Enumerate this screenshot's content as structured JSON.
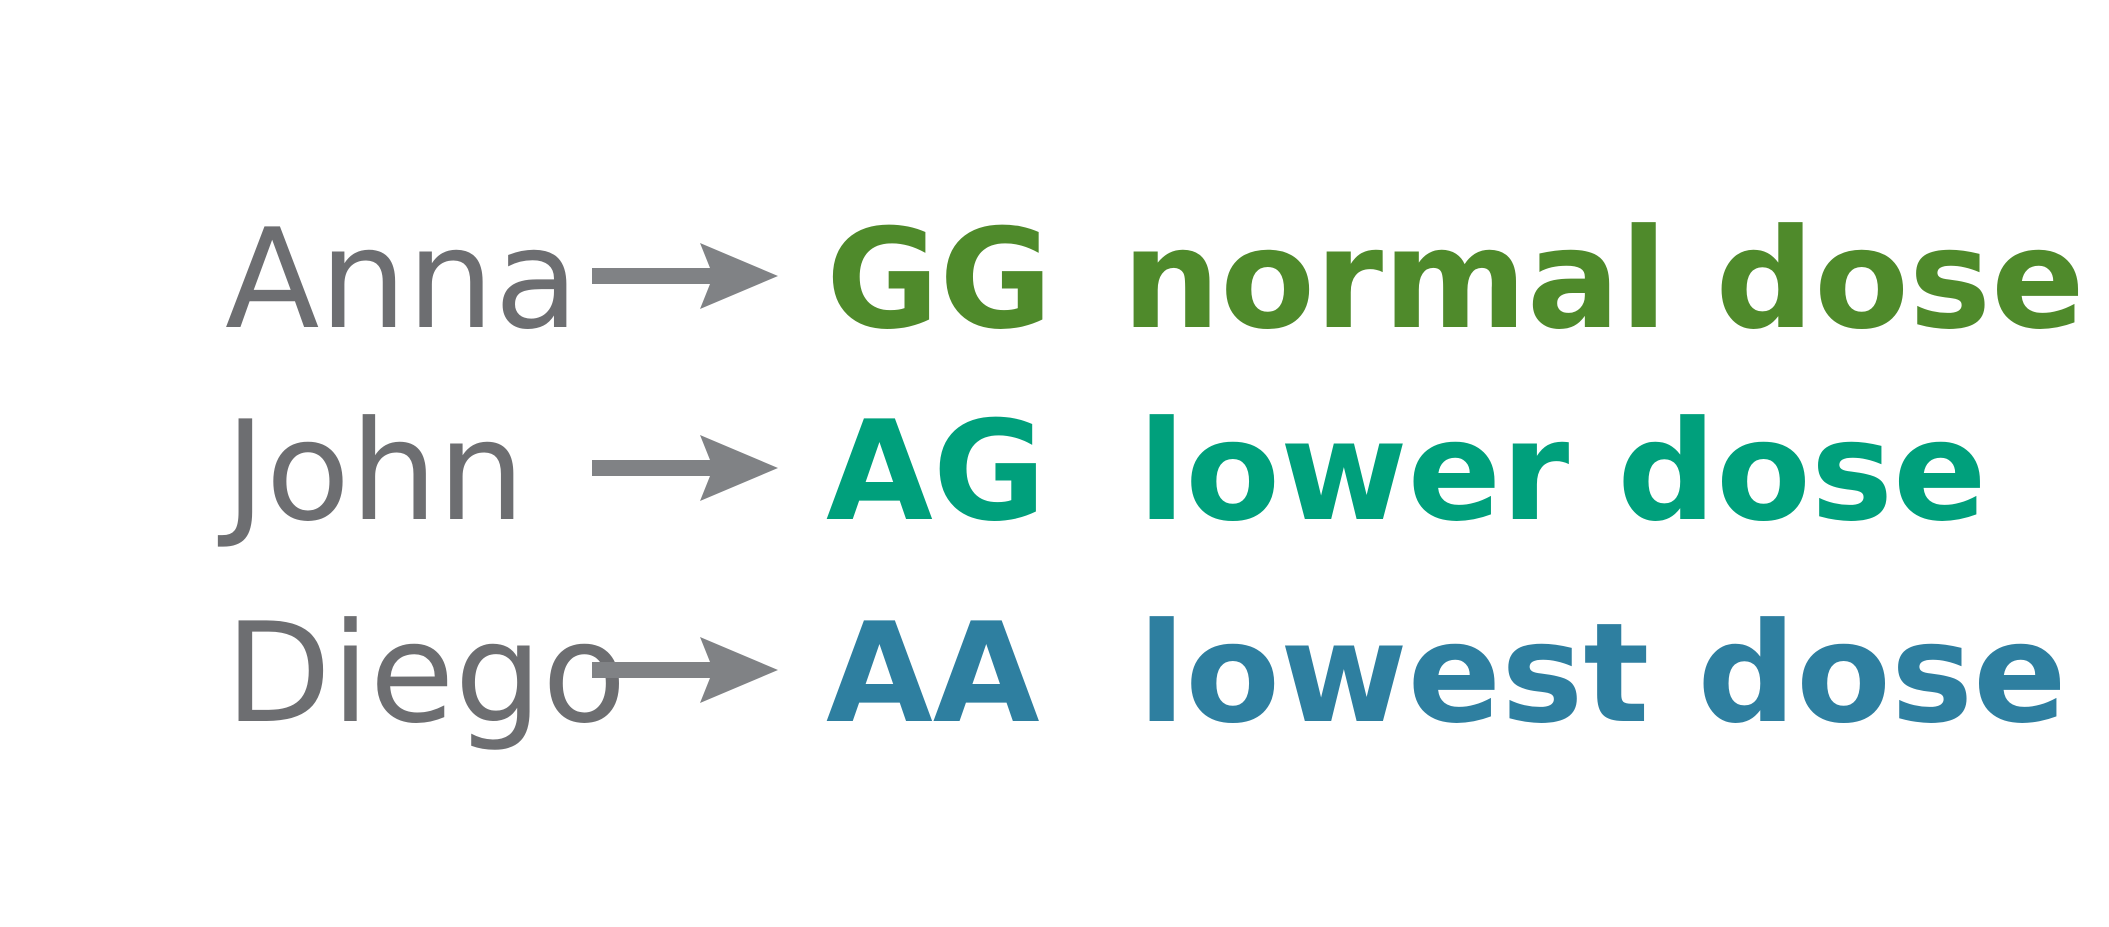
{
  "colors": {
    "name": "#6d6e71",
    "arrow": "#808285",
    "normal": "#4f8a2b",
    "lower": "#00a07c",
    "lowest": "#2e7fa0"
  },
  "rows": [
    {
      "name": "Anna",
      "genotype": "GG",
      "dose": "normal dose",
      "color_key": "normal"
    },
    {
      "name": "John",
      "genotype": "AG",
      "dose": "lower dose",
      "color_key": "lower"
    },
    {
      "name": "Diego",
      "genotype": "AA",
      "dose": "lowest dose",
      "color_key": "lowest"
    }
  ]
}
